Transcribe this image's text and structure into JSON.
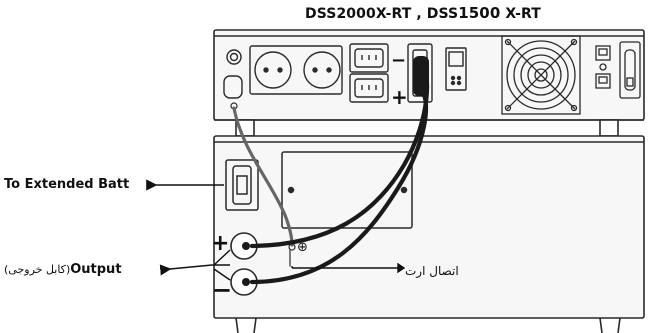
{
  "title": {
    "part1": "DSS2000X-RT",
    "separator": " , ",
    "part2_prefix": "DSS",
    "part2_big": "1500",
    "part2_suffix": " X-RT"
  },
  "labels": {
    "extended_batt": "To Extended Batt",
    "output": "Output",
    "output_fa": "(کابل خروجی)",
    "earth": "اتصال ارت",
    "plus": "+",
    "minus": "−",
    "ground": "⊕"
  },
  "colors": {
    "stroke": "#2a2a2a",
    "cable": "#1a1a1a",
    "panel": "#f7f7f7",
    "ground_wire": "#666666"
  }
}
